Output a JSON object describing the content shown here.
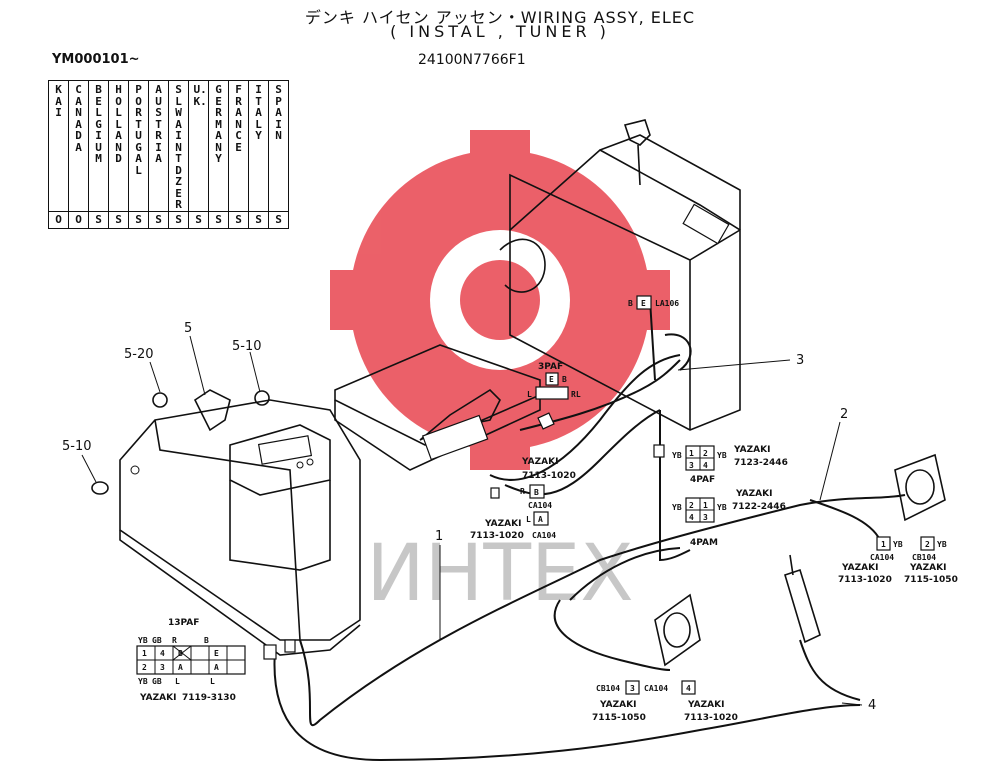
{
  "header": {
    "title_line1": "デンキ ハイセン アッセン・WIRING ASSY, ELEC",
    "title_line2": "( INSTAL , TUNER )",
    "serial": "YM000101~",
    "part_number": "24100N7766F1"
  },
  "country_table": {
    "countries": [
      "KAI",
      "CANADA",
      "BELGIUM",
      "HOLLAND",
      "PORTUGAL",
      "AUSTRIA",
      "SLWAINTDZER",
      "U.K.",
      "GERMANY",
      "FRANCE",
      "ITALY",
      "SPAIN"
    ],
    "values": [
      "O",
      "O",
      "S",
      "S",
      "S",
      "S",
      "S",
      "S",
      "S",
      "S",
      "S",
      "S"
    ]
  },
  "callouts": {
    "c1": "1",
    "c2": "2",
    "c3": "3",
    "c4": "4",
    "c5": "5",
    "c5_20": "5-20",
    "c5_10a": "5-10",
    "c5_10b": "5-10"
  },
  "connectors": {
    "c3paf": {
      "title": "3PAF",
      "pins": [
        "L",
        "E",
        "B",
        "RL"
      ]
    },
    "la106": {
      "pin": "E",
      "code": "LA106",
      "side": "B"
    },
    "yazaki_7113_1020_a": {
      "maker": "YAZAKI",
      "part": "7113-1020",
      "code": "CA104",
      "pin": "B",
      "side": "R"
    },
    "yazaki_7113_1020_b": {
      "maker": "YAZAKI",
      "part": "7113-1020",
      "code": "CA104",
      "pin": "A",
      "side": "L"
    },
    "paf4": {
      "title": "4PAF",
      "maker": "YAZAKI",
      "part": "7123-2446",
      "pins": [
        "1",
        "2",
        "3",
        "4"
      ],
      "left": "YB",
      "right": "YB"
    },
    "pam4": {
      "title": "4PAM",
      "maker": "YAZAKI",
      "part": "7122-2446",
      "pins": [
        "2",
        "1",
        "4",
        "3"
      ],
      "left": "YB",
      "right": "YB"
    },
    "sp_right_1": {
      "maker": "YAZAKI",
      "part": "7113-1020",
      "code": "CA104",
      "pin": "1",
      "side": "YB"
    },
    "sp_right_2": {
      "maker": "YAZAKI",
      "part": "7115-1050",
      "code": "CB104",
      "pin": "2",
      "side": "YB"
    },
    "sp_bottom_3": {
      "maker": "YAZAKI",
      "part": "7115-1050",
      "code": "CB104",
      "pin": "3"
    },
    "sp_bottom_4": {
      "maker": "YAZAKI",
      "part": "7113-1020",
      "code": "CA104",
      "pin": "4"
    },
    "paf13": {
      "title": "13PAF",
      "maker": "YAZAKI",
      "part": "7119-3130",
      "row1": [
        "1",
        "4",
        "B",
        "",
        "E",
        ""
      ],
      "row2": [
        "2",
        "3",
        "A",
        "",
        "A",
        ""
      ],
      "top": [
        "YB",
        "GB",
        "R",
        "B"
      ],
      "bottom": [
        "YB",
        "GB",
        "L",
        "L"
      ]
    }
  },
  "watermark": "ИНТЕХ",
  "colors": {
    "ink": "#111111",
    "watermark": "#e8454f",
    "watermark_text": "#b5b5b5"
  }
}
